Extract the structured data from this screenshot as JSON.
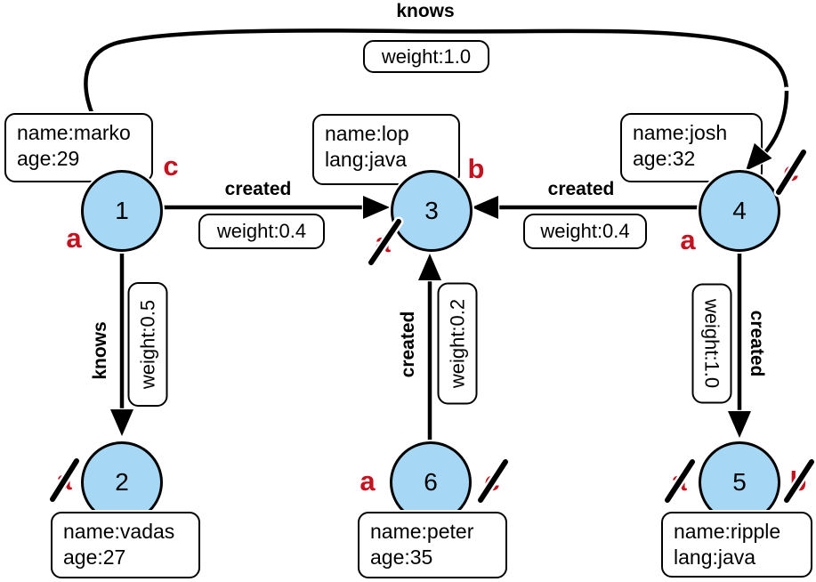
{
  "colors": {
    "node_fill": "#a6d7f5",
    "node_border": "#000000",
    "marker_red": "#c5121f",
    "edge_black": "#000000"
  },
  "nodes": [
    {
      "id": "1",
      "props": [
        "name:marko",
        "age:29"
      ],
      "markers": [
        {
          "letter": "a",
          "crossed": false
        },
        {
          "letter": "c",
          "crossed": false
        }
      ]
    },
    {
      "id": "2",
      "props": [
        "name:vadas",
        "age:27"
      ],
      "markers": [
        {
          "letter": "a",
          "crossed": true
        }
      ]
    },
    {
      "id": "3",
      "props": [
        "name:lop",
        "lang:java"
      ],
      "markers": [
        {
          "letter": "a",
          "crossed": true
        },
        {
          "letter": "b",
          "crossed": false
        }
      ]
    },
    {
      "id": "4",
      "props": [
        "name:josh",
        "age:32"
      ],
      "markers": [
        {
          "letter": "a",
          "crossed": false
        },
        {
          "letter": "c",
          "crossed": true
        }
      ]
    },
    {
      "id": "5",
      "props": [
        "name:ripple",
        "lang:java"
      ],
      "markers": [
        {
          "letter": "a",
          "crossed": true
        },
        {
          "letter": "b",
          "crossed": true
        }
      ]
    },
    {
      "id": "6",
      "props": [
        "name:peter",
        "age:35"
      ],
      "markers": [
        {
          "letter": "a",
          "crossed": false
        },
        {
          "letter": "c",
          "crossed": true
        }
      ]
    }
  ],
  "edges": [
    {
      "from": "1",
      "to": "4",
      "label": "knows",
      "weight": "weight:1.0"
    },
    {
      "from": "1",
      "to": "3",
      "label": "created",
      "weight": "weight:0.4"
    },
    {
      "from": "4",
      "to": "3",
      "label": "created",
      "weight": "weight:0.4"
    },
    {
      "from": "1",
      "to": "2",
      "label": "knows",
      "weight": "weight:0.5"
    },
    {
      "from": "6",
      "to": "3",
      "label": "created",
      "weight": "weight:0.2"
    },
    {
      "from": "4",
      "to": "5",
      "label": "created",
      "weight": "weight:1.0"
    }
  ]
}
